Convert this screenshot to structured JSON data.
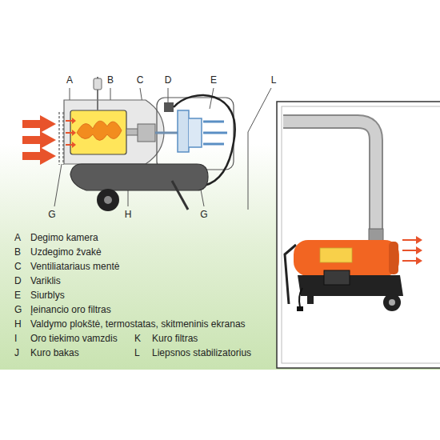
{
  "diagram": {
    "labels": [
      "A",
      "B",
      "C",
      "D",
      "E",
      "L",
      "G",
      "H",
      "G",
      "A",
      "Degimo kamera",
      "B",
      "Uzdegimo žvakė",
      "C",
      "Ventiliatariaus mentė",
      "D",
      "Variklis",
      "E",
      "Siurblys",
      "G",
      "Įeinancio oro filtras",
      "H",
      "Valdymo plokštė, termostatas, skitmeninis ekranas",
      "I",
      "Oro tiekimo vamzdis",
      "K",
      "Kuro filtras",
      "J",
      "Kuro bakas",
      "L",
      "Liepsnos stabilizatorius"
    ]
  }
}
